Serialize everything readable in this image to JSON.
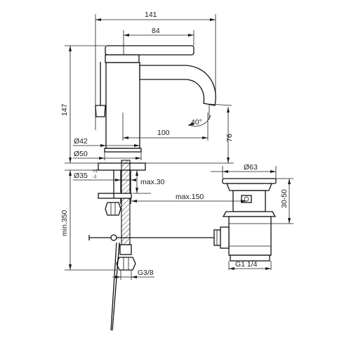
{
  "drawing": {
    "dimensions": {
      "overall_width": "141",
      "lever_to_spout": "84",
      "height": "147",
      "reach": "100",
      "spout_angle": "40°",
      "spout_height": "76",
      "body_dia_42": "Ø42",
      "base_dia_50": "Ø50",
      "hole_dia": "Ø35",
      "hole_tol_plus": "+2",
      "hole_tol_minus": "-1",
      "max_deck": "max.30",
      "max_rod": "max.150",
      "min_length": "min.350",
      "waste_dia": "Ø63",
      "waste_adjust": "30-50",
      "waste_thread": "G1 1/4",
      "supply_thread": "G3/8"
    },
    "colors": {
      "line": "#111111",
      "background": "#ffffff"
    }
  }
}
